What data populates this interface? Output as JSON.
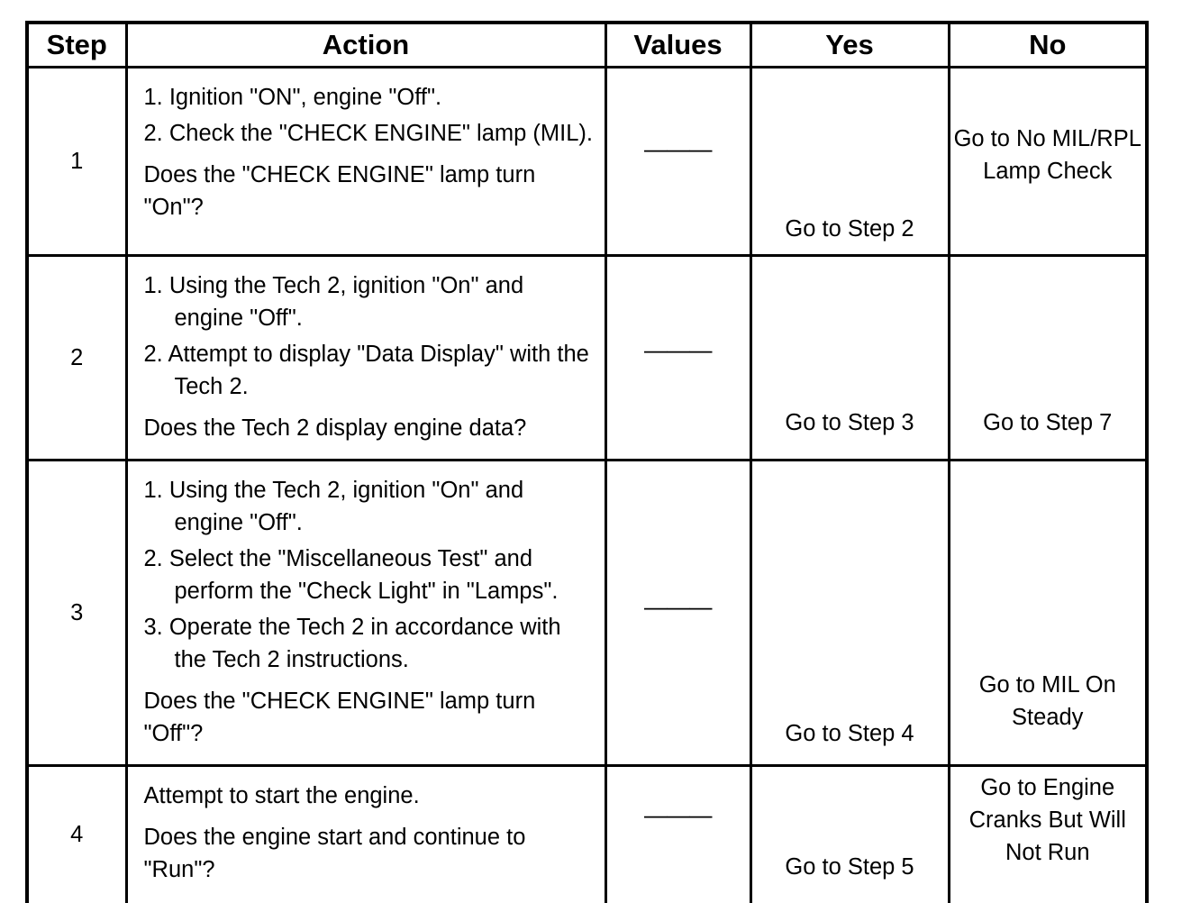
{
  "table": {
    "columns": [
      {
        "key": "step",
        "label": "Step"
      },
      {
        "key": "action",
        "label": "Action"
      },
      {
        "key": "values",
        "label": "Values"
      },
      {
        "key": "yes",
        "label": "Yes"
      },
      {
        "key": "no",
        "label": "No"
      }
    ],
    "rows": [
      {
        "step": "1",
        "action": {
          "items": [
            "1. Ignition \"ON\", engine \"Off\".",
            "2. Check the \"CHECK ENGINE\" lamp (MIL)."
          ],
          "question": "Does the \"CHECK ENGINE\" lamp turn \"On\"?"
        },
        "values": "———",
        "yes": "Go to Step 2",
        "no": "Go to No MIL/RPL Lamp Check"
      },
      {
        "step": "2",
        "action": {
          "items": [
            "1. Using the Tech 2, ignition \"On\" and engine \"Off\".",
            "2. Attempt to display \"Data Display\" with the Tech 2."
          ],
          "question": "Does the Tech 2 display engine data?"
        },
        "values": "———",
        "yes": "Go to Step 3",
        "no": "Go to Step 7"
      },
      {
        "step": "3",
        "action": {
          "items": [
            "1. Using the Tech 2, ignition \"On\" and engine \"Off\".",
            "2. Select the \"Miscellaneous Test\" and perform the \"Check Light\" in \"Lamps\".",
            "3. Operate the Tech 2 in accordance with the Tech 2 instructions."
          ],
          "question": "Does the \"CHECK ENGINE\" lamp turn \"Off\"?"
        },
        "values": "———",
        "yes": "Go to Step 4",
        "no": "Go to MIL On Steady"
      },
      {
        "step": "4",
        "action": {
          "items": [
            "Attempt to start the engine."
          ],
          "question": "Does the engine start and continue to \"Run\"?"
        },
        "values": "———",
        "yes": "Go to Step 5",
        "no": "Go to Engine Cranks But Will Not Run"
      }
    ]
  },
  "style": {
    "border_color": "#000000",
    "background": "#ffffff",
    "text_color": "#000000"
  }
}
